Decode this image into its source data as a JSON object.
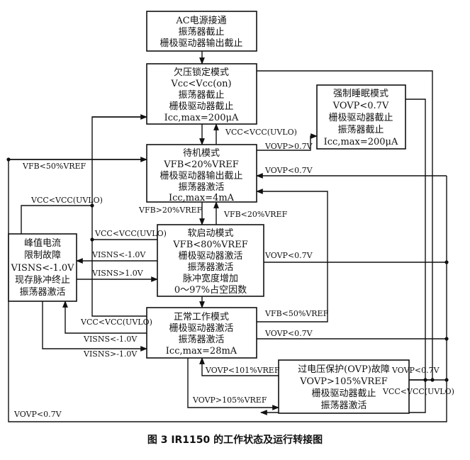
{
  "boxes": {
    "ac": [
      "AC电源接通",
      "振荡器截止",
      "栅极驱动器输出截止"
    ],
    "uvlo": [
      "欠压锁定模式",
      "Vcc<Vcc(on)",
      "振荡器截止",
      "栅极驱动器截止",
      "Icc,max=200μA"
    ],
    "sleep": [
      "强制睡眠模式",
      "VOVP<0.7V",
      "栅极驱动器截止",
      "振荡器截止",
      "Icc,max=200μA"
    ],
    "standby": [
      "待机模式",
      "VFB<20%VREF",
      "栅极驱动器输出截止",
      "振荡器激活",
      "Icc,max=4mA"
    ],
    "softstart": [
      "软启动模式",
      "VFB<80%VREF",
      "栅极驱动器激活",
      "振荡器激活",
      "脉冲宽度增加",
      "0～97%占空因数"
    ],
    "peak": [
      "峰值电流",
      "限制故障",
      "VISNS<-1.0V",
      "现存脉冲终止",
      "振荡器激活"
    ],
    "normal": [
      "正常工作模式",
      "栅极驱动器激活",
      "振荡器激活",
      "Icc,max=28mA"
    ],
    "ovp": [
      "过电压保护(OVP)故障",
      "VOVP>105%VREF",
      "栅极驱动器截止",
      "振荡器激活"
    ]
  },
  "labels": {
    "uvlo_up": "VCC<VCC(UVLO)",
    "to_sleep": "VOVP>0.7V",
    "fb50_left": "VFB<50%VREF",
    "ovp07_standby": "VOVP<0.7V",
    "uvlo_left": "VCC<VCC(UVLO)",
    "fb20_down": "VFB>20%VREF",
    "fb20_up": "VFB<20%VREF",
    "uvlo_soft": "VCC<VCC(UVLO)",
    "isns_to_peak": "VISNS<-1.0V",
    "isns_from_peak": "VISNS>1.0V",
    "ovp07_soft": "VOVP<0.7V",
    "fb50_normal": "VFB<50%VREF",
    "uvlo_normal": "VCC<VCC(UVLO)",
    "isns_normal_peak": "VISNS<-1.0V",
    "ovp07_normal": "VOVP<0.7V",
    "isns_peak_normal": "VISNS>-1.0V",
    "ovp101": "VOVP<101%VREF",
    "ovp07_ovp": "VOVP<0.7V",
    "ovp105": "VOVP>105%VREF",
    "uvlo_ovp": "VCC<VCC(UVLO)",
    "ovp07_bottom": "VOVP<0.7V"
  },
  "caption": "图 3  IR1150 的工作状态及运行转接图"
}
